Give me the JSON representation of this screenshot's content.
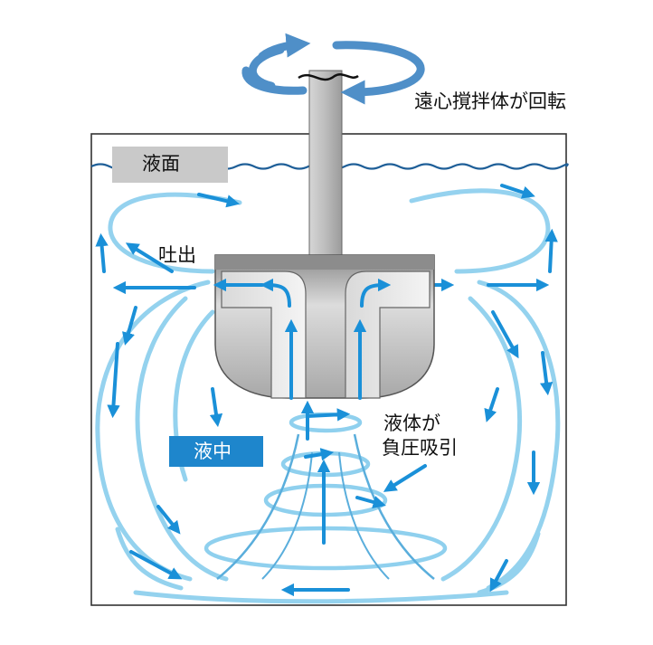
{
  "labels": {
    "rotation": "遠心撹拌体が回転",
    "surface": "液面",
    "discharge": "吐出",
    "in_liquid": "液中",
    "suction_line1": "液体が",
    "suction_line2": "負圧吸引"
  },
  "colors": {
    "flow_light": "#8fd0ee",
    "flow_arrow": "#1a90d8",
    "rotation_ring": "#4f8fc8",
    "tank_border": "#333333",
    "shaft": "#b9b9b9",
    "surface_wave": "#1f5f98",
    "label_surface_bg": "#c9c9c9",
    "label_in_liquid_bg": "#1e86cc"
  }
}
